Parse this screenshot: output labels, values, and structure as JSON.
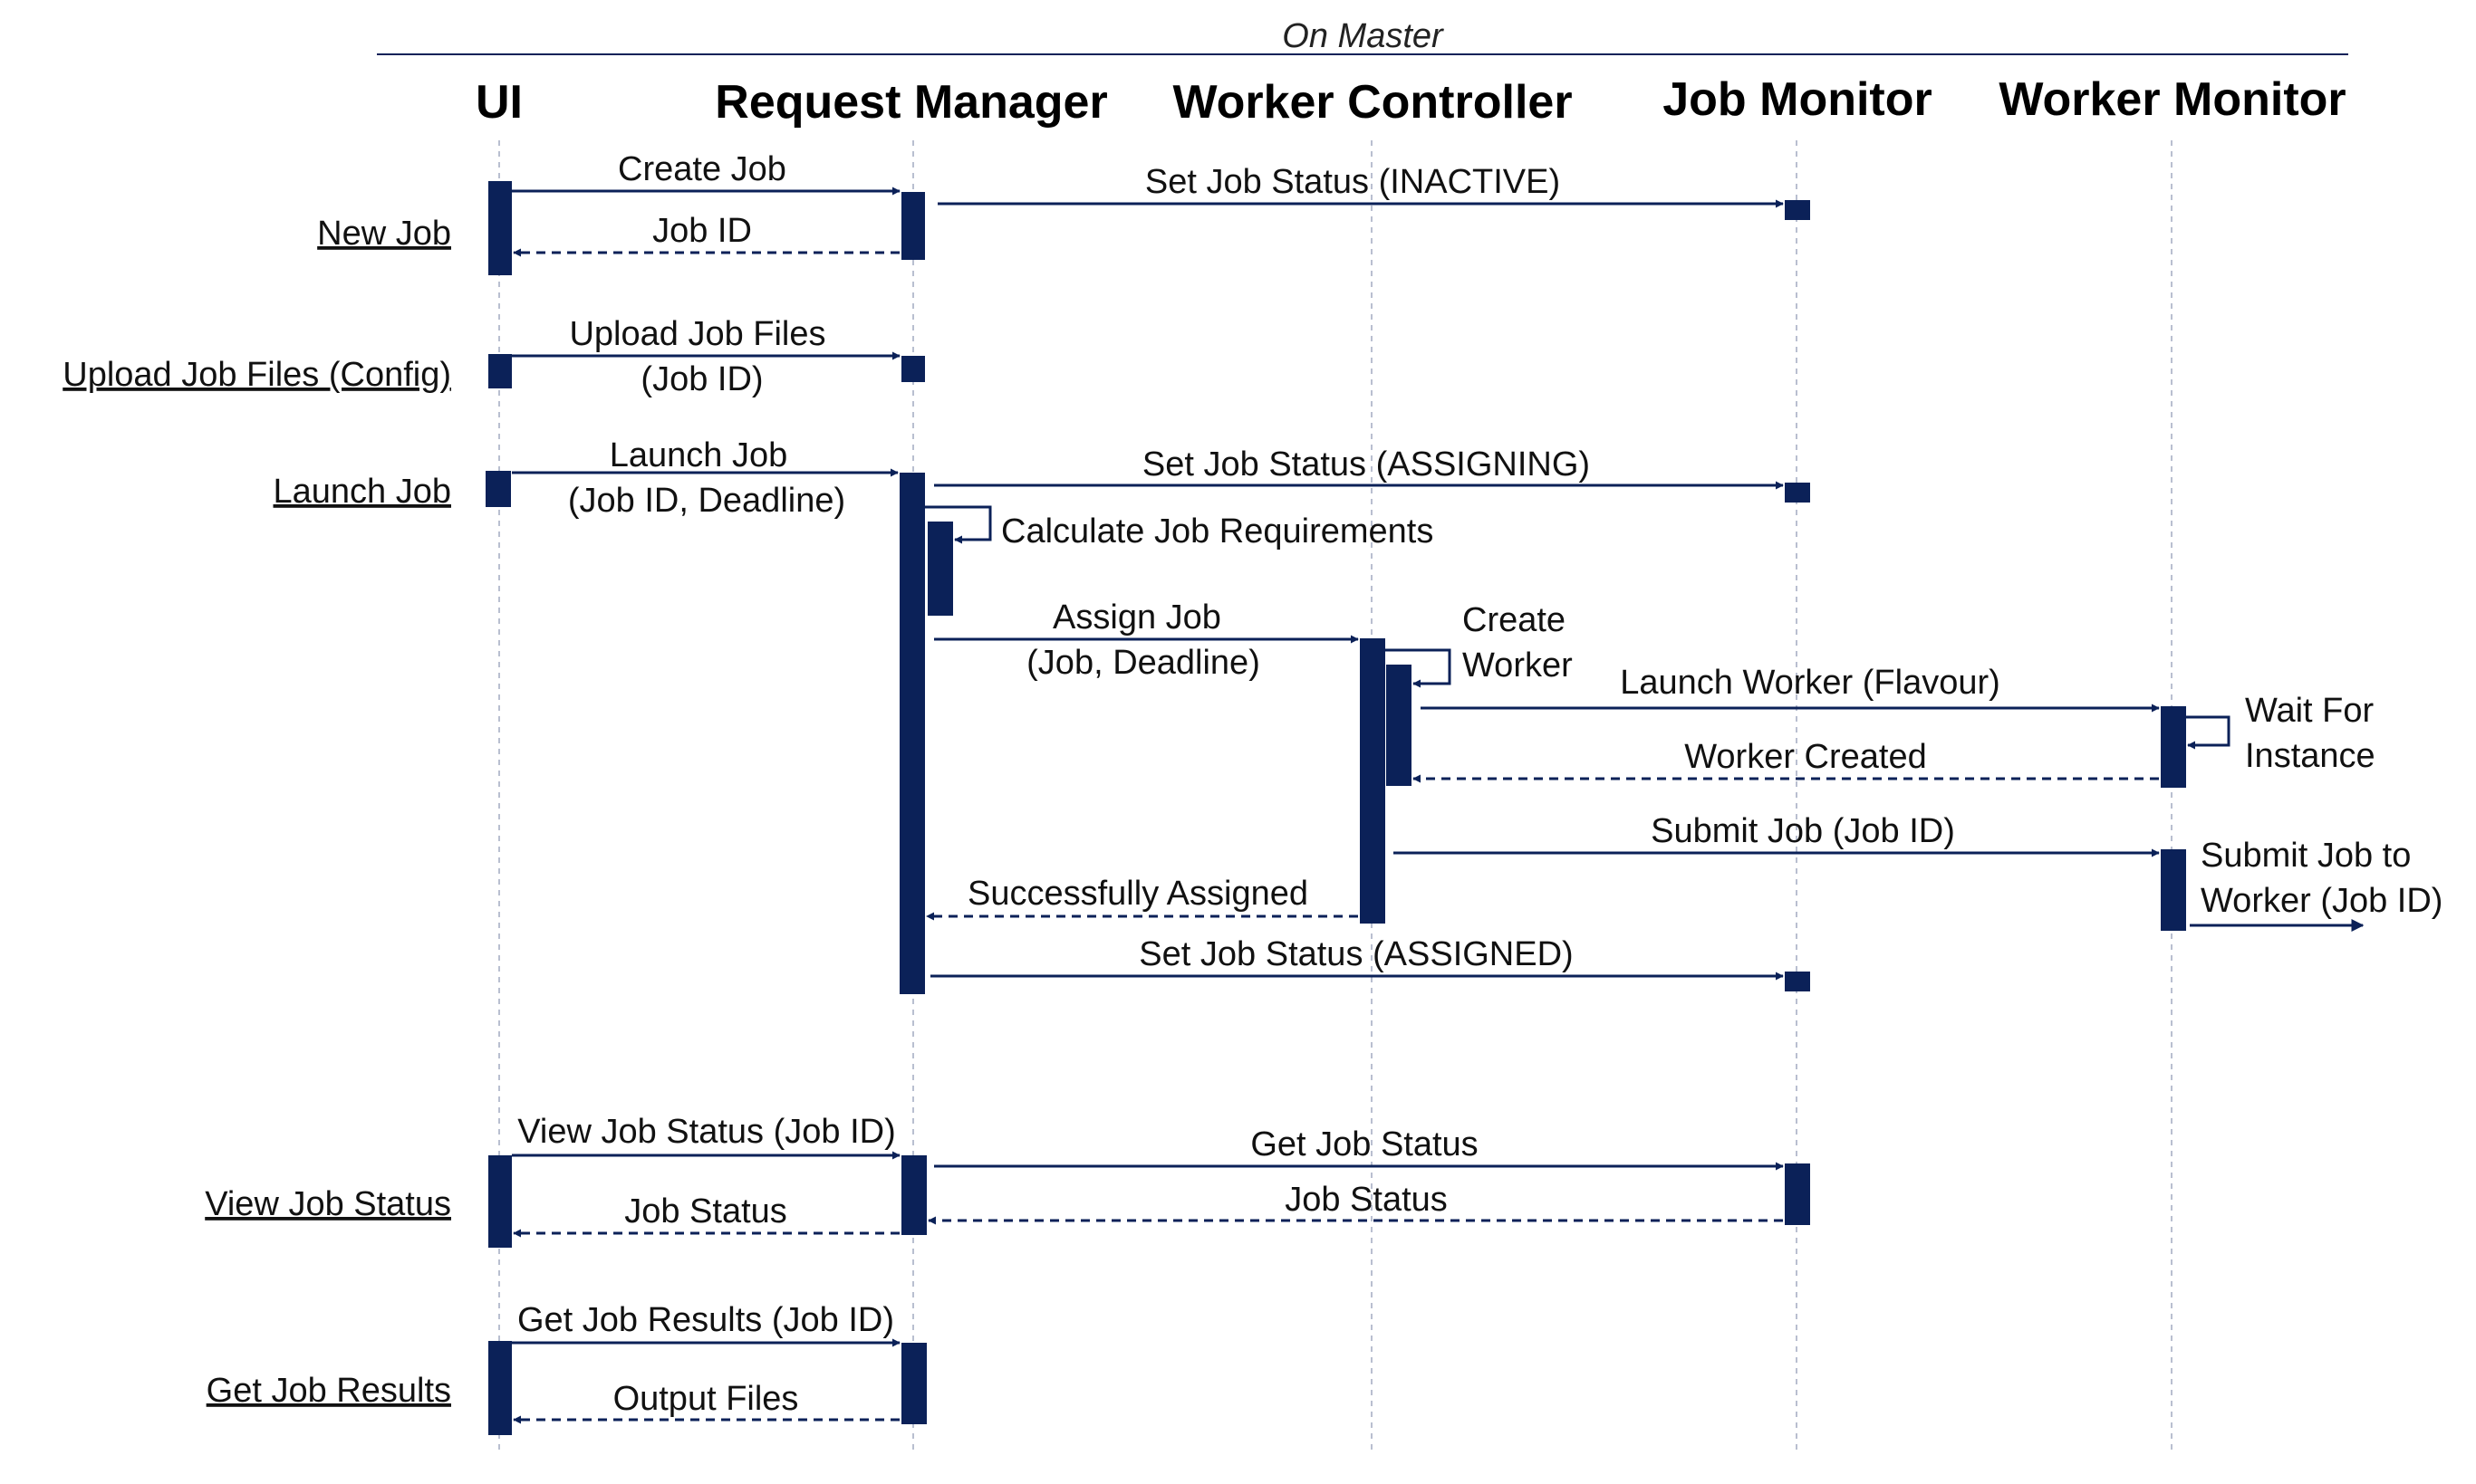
{
  "title": "On Master",
  "colors": {
    "ink": "#0b2158",
    "lifeline": "#b9bfd0",
    "text": "#111111"
  },
  "participants": [
    {
      "id": "ui",
      "name": "UI"
    },
    {
      "id": "rm",
      "name": "Request Manager"
    },
    {
      "id": "wc",
      "name": "Worker Controller"
    },
    {
      "id": "jm",
      "name": "Job Monitor"
    },
    {
      "id": "wm",
      "name": "Worker Monitor"
    }
  ],
  "user_actions": [
    {
      "id": "new",
      "text": "New Job"
    },
    {
      "id": "upload",
      "text": "Upload Job Files (Config)"
    },
    {
      "id": "launch",
      "text": "Launch Job"
    },
    {
      "id": "view",
      "text": "View Job Status"
    },
    {
      "id": "results",
      "text": "Get Job Results"
    }
  ],
  "messages": [
    {
      "id": "m1",
      "from": "ui",
      "to": "rm",
      "kind": "call",
      "lines": [
        "Create Job"
      ]
    },
    {
      "id": "m2",
      "from": "rm",
      "to": "ui",
      "kind": "return",
      "lines": [
        "Job ID"
      ]
    },
    {
      "id": "m3",
      "from": "rm",
      "to": "jm",
      "kind": "call",
      "lines": [
        "Set Job Status (INACTIVE)"
      ]
    },
    {
      "id": "m4",
      "from": "ui",
      "to": "rm",
      "kind": "call",
      "lines": [
        "Upload Job Files",
        "(Job ID)"
      ]
    },
    {
      "id": "m5",
      "from": "ui",
      "to": "rm",
      "kind": "call",
      "lines": [
        "Launch Job",
        "(Job ID, Deadline)"
      ]
    },
    {
      "id": "m6",
      "from": "rm",
      "to": "jm",
      "kind": "call",
      "lines": [
        "Set Job Status (ASSIGNING)"
      ]
    },
    {
      "id": "m7",
      "from": "rm",
      "to": "rm",
      "kind": "self",
      "lines": [
        "Calculate Job Requirements"
      ]
    },
    {
      "id": "m8",
      "from": "rm",
      "to": "wc",
      "kind": "call",
      "lines": [
        "Assign Job",
        "(Job, Deadline)"
      ]
    },
    {
      "id": "m9",
      "from": "wc",
      "to": "wc",
      "kind": "self",
      "lines": [
        "Create",
        "Worker"
      ]
    },
    {
      "id": "m10",
      "from": "wc",
      "to": "wm",
      "kind": "call",
      "lines": [
        "Launch Worker (Flavour)"
      ]
    },
    {
      "id": "m11",
      "from": "wm",
      "to": "wm",
      "kind": "self",
      "lines": [
        "Wait For",
        "Instance"
      ]
    },
    {
      "id": "m12",
      "from": "wm",
      "to": "wc",
      "kind": "return",
      "lines": [
        "Worker Created"
      ]
    },
    {
      "id": "m13",
      "from": "wc",
      "to": "wm",
      "kind": "call",
      "lines": [
        "Submit Job (Job ID)"
      ]
    },
    {
      "id": "m14",
      "from": "wm",
      "to": "out",
      "kind": "call",
      "lines": [
        "Submit Job to",
        "Worker (Job ID)"
      ]
    },
    {
      "id": "m15",
      "from": "wc",
      "to": "rm",
      "kind": "return",
      "lines": [
        "Successfully Assigned"
      ]
    },
    {
      "id": "m16",
      "from": "rm",
      "to": "jm",
      "kind": "call",
      "lines": [
        "Set Job Status (ASSIGNED)"
      ]
    },
    {
      "id": "m17",
      "from": "ui",
      "to": "rm",
      "kind": "call",
      "lines": [
        "View Job Status (Job ID)"
      ]
    },
    {
      "id": "m18",
      "from": "rm",
      "to": "jm",
      "kind": "call",
      "lines": [
        "Get Job Status"
      ]
    },
    {
      "id": "m19",
      "from": "jm",
      "to": "rm",
      "kind": "return",
      "lines": [
        "Job Status"
      ]
    },
    {
      "id": "m20",
      "from": "rm",
      "to": "ui",
      "kind": "return",
      "lines": [
        "Job Status"
      ]
    },
    {
      "id": "m21",
      "from": "ui",
      "to": "rm",
      "kind": "call",
      "lines": [
        "Get Job Results (Job ID)"
      ]
    },
    {
      "id": "m22",
      "from": "rm",
      "to": "ui",
      "kind": "return",
      "lines": [
        "Output Files"
      ]
    }
  ]
}
